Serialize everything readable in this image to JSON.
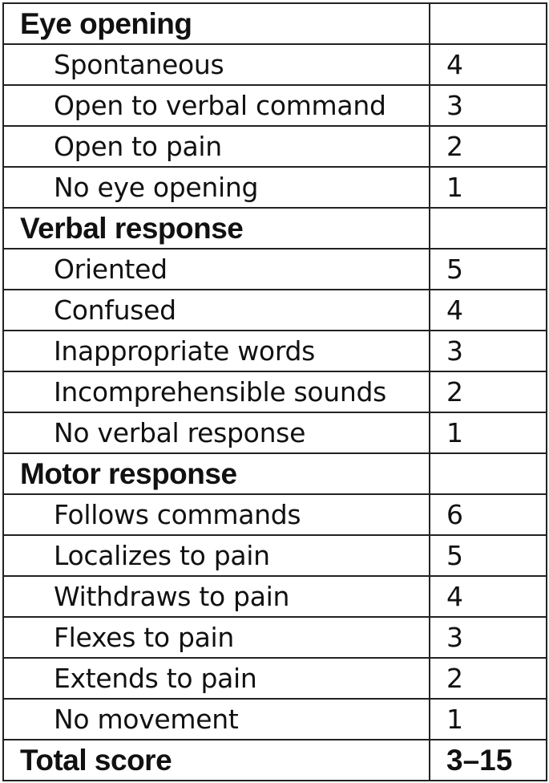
{
  "sections": [
    {
      "title": "Eye opening",
      "items": [
        {
          "label": "Spontaneous",
          "score": "4"
        },
        {
          "label": "Open to verbal command",
          "score": "3"
        },
        {
          "label": "Open to pain",
          "score": "2"
        },
        {
          "label": "No eye opening",
          "score": "1"
        }
      ]
    },
    {
      "title": "Verbal response",
      "items": [
        {
          "label": "Oriented",
          "score": "5"
        },
        {
          "label": "Confused",
          "score": "4"
        },
        {
          "label": "Inappropriate words",
          "score": "3"
        },
        {
          "label": "Incomprehensible sounds",
          "score": "2"
        },
        {
          "label": "No verbal response",
          "score": "1"
        }
      ]
    },
    {
      "title": "Motor response",
      "items": [
        {
          "label": "Follows commands",
          "score": "6"
        },
        {
          "label": "Localizes to pain",
          "score": "5"
        },
        {
          "label": "Withdraws to pain",
          "score": "4"
        },
        {
          "label": "Flexes to pain",
          "score": "3"
        },
        {
          "label": "Extends to pain",
          "score": "2"
        },
        {
          "label": "No movement",
          "score": "1"
        }
      ]
    }
  ],
  "total": {
    "label": "Total score",
    "score": "3–15"
  }
}
